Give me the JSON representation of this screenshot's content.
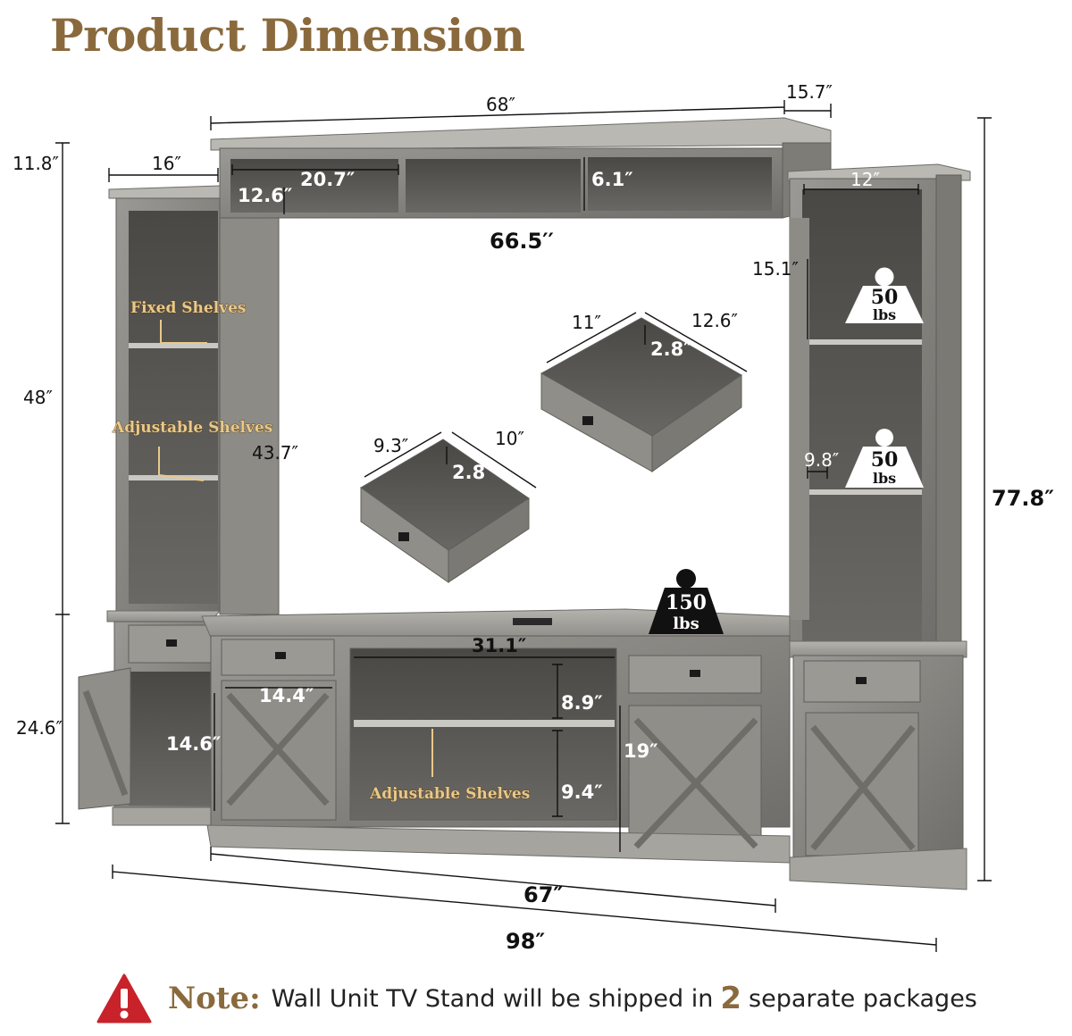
{
  "title": "Product Dimension",
  "dimensions": {
    "top_width": "68″",
    "top_depth": "15.7″",
    "top_height": "11.8″",
    "left_tower_width": "16″",
    "top_compartment_width": "20.7″",
    "top_compartment_height": "12.6″",
    "top_side_compartment_height": "6.1″",
    "tv_opening_width": "66.5′′",
    "right_tower_width": "12″",
    "right_tower_upper_height": "15.1″",
    "tower_height": "48″",
    "tv_opening_height": "43.7″",
    "overall_height": "77.8″",
    "large_drawer_width": "11″",
    "large_drawer_depth": "12.6″",
    "large_drawer_height": "2.8″",
    "small_drawer_width": "9.3″",
    "small_drawer_depth": "10″",
    "small_drawer_height": "2.8″",
    "right_shelf_gap": "9.8″",
    "base_height": "24.6″",
    "center_shelf_width": "31.1″",
    "center_upper_height": "8.9″",
    "center_lower_height": "9.4″",
    "cabinet_door_width": "14.4″",
    "cabinet_door_height": "14.6″",
    "right_cabinet_height": "19″",
    "console_width": "67″",
    "overall_width": "98″"
  },
  "labels": {
    "fixed_shelves": "Fixed Shelves",
    "adjustable_shelves_left": "Adjustable Shelves",
    "adjustable_shelves_center": "Adjustable Shelves"
  },
  "weights": {
    "upper_shelf": {
      "value": "50",
      "unit": "lbs"
    },
    "lower_shelf": {
      "value": "50",
      "unit": "lbs"
    },
    "console_top": {
      "value": "150",
      "unit": "lbs"
    }
  },
  "note": {
    "label": "Note:",
    "text_before": "Wall Unit TV Stand will be shipped in",
    "number": "2",
    "text_after": "separate packages"
  },
  "colors": {
    "title_brown": "#8a6a3d",
    "wood_gray": "#8e8e8b",
    "warning_red": "#c8222a"
  }
}
